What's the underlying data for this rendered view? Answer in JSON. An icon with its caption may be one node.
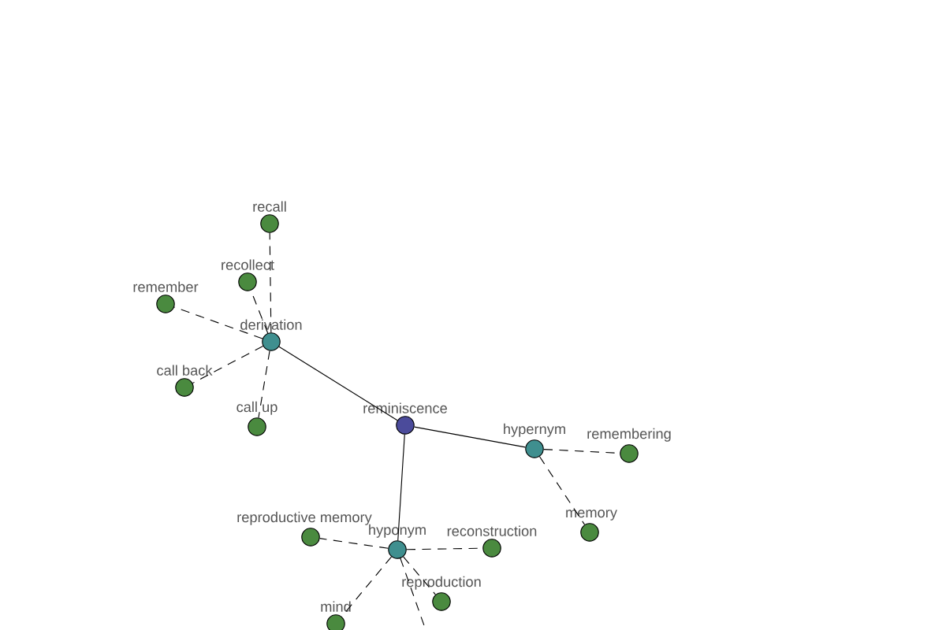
{
  "diagram": {
    "nodes": [
      {
        "text": [
          "reminiscence"
        ]
      },
      {
        "text": [
          "derivation"
        ]
      },
      {
        "text": [
          "recall"
        ]
      },
      {
        "text": [
          "recollect"
        ]
      },
      {
        "text": [
          "remember"
        ]
      },
      {
        "text": [
          "call back"
        ]
      },
      {
        "text": [
          "call up"
        ]
      },
      {
        "text": [
          "hypernym"
        ]
      },
      {
        "text": [
          "remembering"
        ]
      },
      {
        "text": [
          "memory"
        ]
      },
      {
        "text": [
          "hyponym"
        ]
      },
      {
        "text": [
          "reproductive memory"
        ]
      },
      {
        "text": [
          "reconstruction"
        ]
      },
      {
        "text": [
          "mind"
        ]
      },
      {
        "text": [
          "reproduction"
        ]
      }
    ],
    "edges": [
      {
        "from": 0,
        "to": 1,
        "arrow": "none"
      },
      {
        "from": 1,
        "to": 2,
        "arrow": "none",
        "style": "dashed"
      },
      {
        "from": 1,
        "to": 3,
        "arrow": "none",
        "style": "dashed"
      },
      {
        "from": 1,
        "to": 4,
        "arrow": "none",
        "style": "dashed"
      },
      {
        "from": 1,
        "to": 5,
        "arrow": "none",
        "style": "dashed"
      },
      {
        "from": 1,
        "to": 6,
        "arrow": "none",
        "style": "dashed"
      },
      {
        "from": 0,
        "to": 7,
        "arrow": "none"
      },
      {
        "from": 7,
        "to": 8,
        "arrow": "none",
        "style": "dashed"
      },
      {
        "from": 7,
        "to": 9,
        "arrow": "none",
        "style": "dashed"
      },
      {
        "from": 0,
        "to": 10,
        "arrow": "none"
      },
      {
        "from": 10,
        "to": 11,
        "arrow": "none",
        "style": "dashed"
      },
      {
        "from": 10,
        "to": 12,
        "arrow": "none",
        "style": "dashed"
      },
      {
        "from": 10,
        "to": 13,
        "arrow": "none",
        "style": "dashed"
      },
      {
        "from": 10,
        "to": 14,
        "arrow": "none",
        "style": "dashed"
      },
      {
        "from": 10,
        "to": null,
        "arrow": "none",
        "style": "dashed"
      }
    ]
  }
}
